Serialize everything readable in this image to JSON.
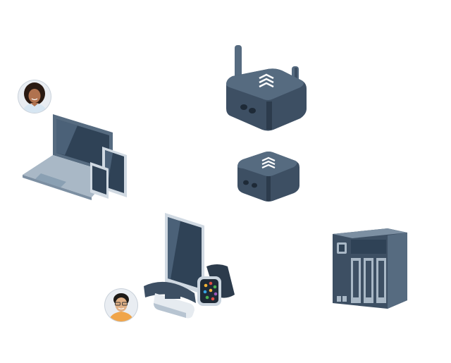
{
  "illustration": {
    "palette": {
      "device_dark": "#3d4f63",
      "device_mid": "#566b80",
      "device_light": "#a9b8c6",
      "screen": "#2f4256",
      "screen_highlight": "#4b6178",
      "white": "#ffffff",
      "avatar_ring": "#c9d1da"
    },
    "items": [
      {
        "id": "avatar-woman",
        "icon": "person-avatar"
      },
      {
        "id": "laptop-tablet-phone",
        "icon": "devices-icon"
      },
      {
        "id": "router-antennas",
        "icon": "router-icon"
      },
      {
        "id": "mesh-node",
        "icon": "mesh-node-icon"
      },
      {
        "id": "tablet-vr-watch",
        "icon": "wearables-icon"
      },
      {
        "id": "avatar-man",
        "icon": "person-avatar"
      },
      {
        "id": "nas-storage",
        "icon": "nas-icon"
      }
    ]
  }
}
